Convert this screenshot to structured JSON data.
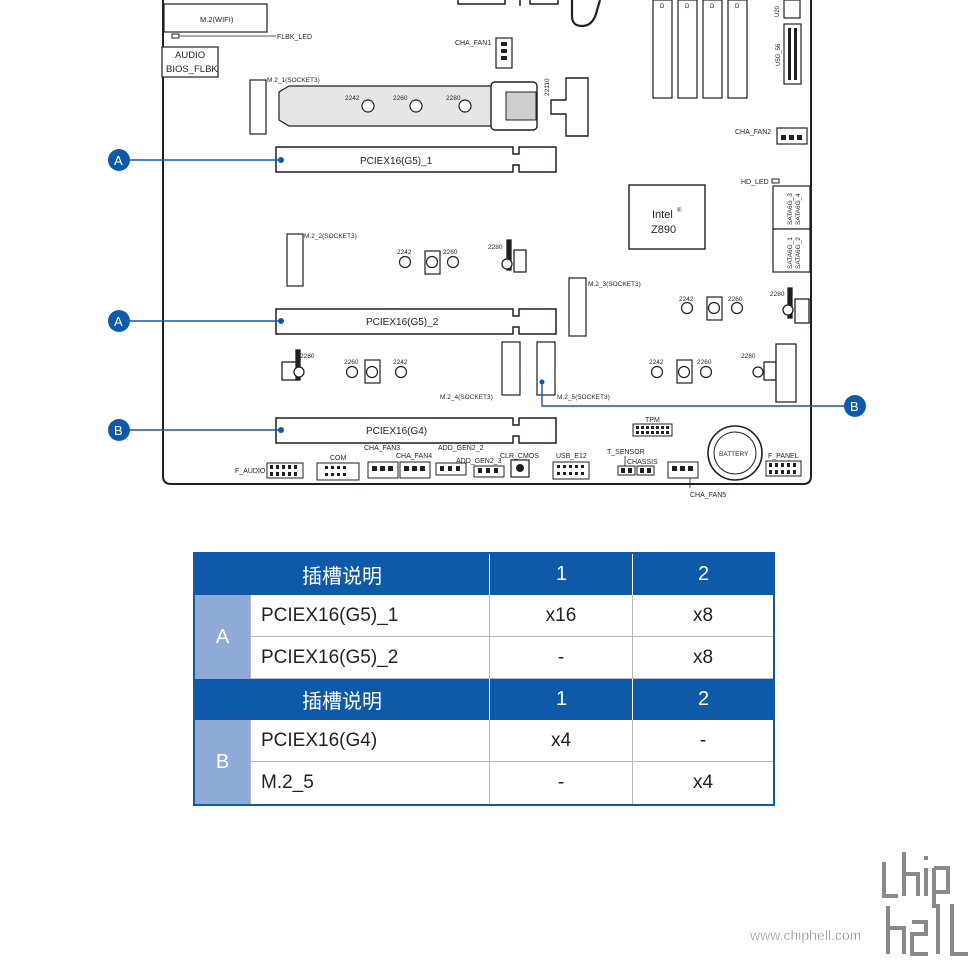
{
  "board": {
    "slots": {
      "pcie1": "PCIEX16(G5)_1",
      "pcie2": "PCIEX16(G5)_2",
      "pcie3": "PCIEX16(G4)"
    },
    "m2": {
      "wifi": "M.2(WIFI)",
      "m2_1": "M.2_1(SOCKET3)",
      "m2_2": "M.2_2(SOCKET3)",
      "m2_3": "M.2_3(SOCKET3)",
      "m2_4": "M.2_4(SOCKET3)",
      "m2_5": "M.2_5(SOCKET3)"
    },
    "standoffs": {
      "s2242": "2242",
      "s2260": "2260",
      "s2280": "2280",
      "s22110": "22110"
    },
    "chipset": {
      "brand": "Intel",
      "reg": "®",
      "model": "Z890"
    },
    "labels": {
      "audio_bios": [
        "AUDIO",
        "BIOS_FLBK"
      ],
      "flbk_led": "FLBK_LED",
      "cha_fan1": "CHA_FAN1",
      "cha_fan2": "CHA_FAN2",
      "cha_fan3": "CHA_FAN3",
      "cha_fan4": "CHA_FAN4",
      "cha_fan5": "CHA_FAN5",
      "hd_led": "HD_LED",
      "sata_3_4": [
        "SATA6G_3",
        "SATA6G_4"
      ],
      "sata_1_2": [
        "SATA6G_1",
        "SATA6G_2"
      ],
      "u5g": "U5G_56",
      "u20": "U20",
      "tpm": "TPM",
      "f_audio": "F_AUDIO",
      "com": "COM",
      "add_gen2_2": "ADD_GEN2_2",
      "add_gen2_3": "ADD_GEN2_3",
      "clr_cmos": "CLR_CMOS",
      "usb_e12": "USB_E12",
      "t_sensor": "T_SENSOR",
      "chassis": "CHASSIS",
      "battery": "BATTERY",
      "f_panel": "F_PANEL"
    },
    "callouts": {
      "a": "A",
      "b": "B"
    },
    "colors": {
      "accent": "#0f5aa8",
      "light": "#8faad6",
      "line": "#231f20"
    }
  },
  "table": {
    "headers": [
      "插槽说明",
      "1",
      "2"
    ],
    "groups": [
      {
        "label": "A",
        "rows": [
          {
            "slot": "PCIEX16(G5)_1",
            "mode1": "x16",
            "mode2": "x8"
          },
          {
            "slot": "PCIEX16(G5)_2",
            "mode1": "-",
            "mode2": "x8"
          }
        ]
      },
      {
        "label": "B",
        "rows": [
          {
            "slot": "PCIEX16(G4)",
            "mode1": "x4",
            "mode2": "-"
          },
          {
            "slot": "M.2_5",
            "mode1": "-",
            "mode2": "x4"
          }
        ]
      }
    ]
  },
  "watermark": {
    "url": "www.chiphell.com",
    "logo_top": "chip",
    "logo_bottom": "hell"
  }
}
